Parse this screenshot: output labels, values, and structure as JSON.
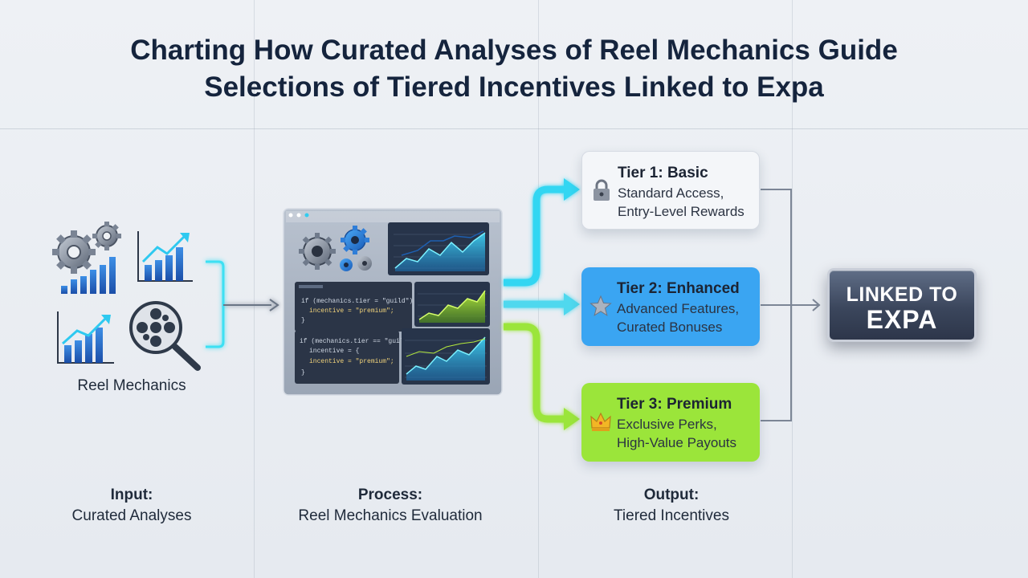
{
  "title": {
    "line1": "Charting How Curated Analyses of Reel Mechanics Guide",
    "line2": "Selections of Tiered Incentives Linked to Expa"
  },
  "input_icons": {
    "label": "Reel Mechanics",
    "icons": [
      "gears-bar-chart-icon",
      "rising-bar-chart-icon",
      "rising-bar-chart-icon",
      "film-reel-magnifier-icon"
    ]
  },
  "process_panel": {
    "code_block_1": [
      "if (mechanics.tier = \"guild\") {",
      "incentive = \"premium\";",
      "}"
    ],
    "code_block_2": [
      "if (mechanics.tier == \"guild\") {",
      "incentive = {",
      "incentive = \"premium\";",
      "}"
    ]
  },
  "tiers": [
    {
      "title": "Tier 1: Basic",
      "line1": "Standard Access,",
      "line2": "Entry-Level Rewards",
      "icon": "lock-icon",
      "color": "#f4f6f9",
      "arrow_color": "#33d6f2"
    },
    {
      "title": "Tier 2: Enhanced",
      "line1": "Advanced Features,",
      "line2": "Curated Bonuses",
      "icon": "star-icon",
      "color": "#3aa5f2",
      "arrow_color": "#4fd8ee"
    },
    {
      "title": "Tier 3: Premium",
      "line1": "Exclusive Perks,",
      "line2": "High-Value Payouts",
      "icon": "crown-icon",
      "color": "#9be53a",
      "arrow_color": "#9be53a"
    }
  ],
  "output_badge": {
    "line1": "LINKED TO",
    "line2": "EXPA"
  },
  "columns": [
    {
      "head": "Input:",
      "sub": "Curated Analyses"
    },
    {
      "head": "Process:",
      "sub": "Reel Mechanics Evaluation"
    },
    {
      "head": "Output:",
      "sub": "Tiered Incentives"
    }
  ]
}
